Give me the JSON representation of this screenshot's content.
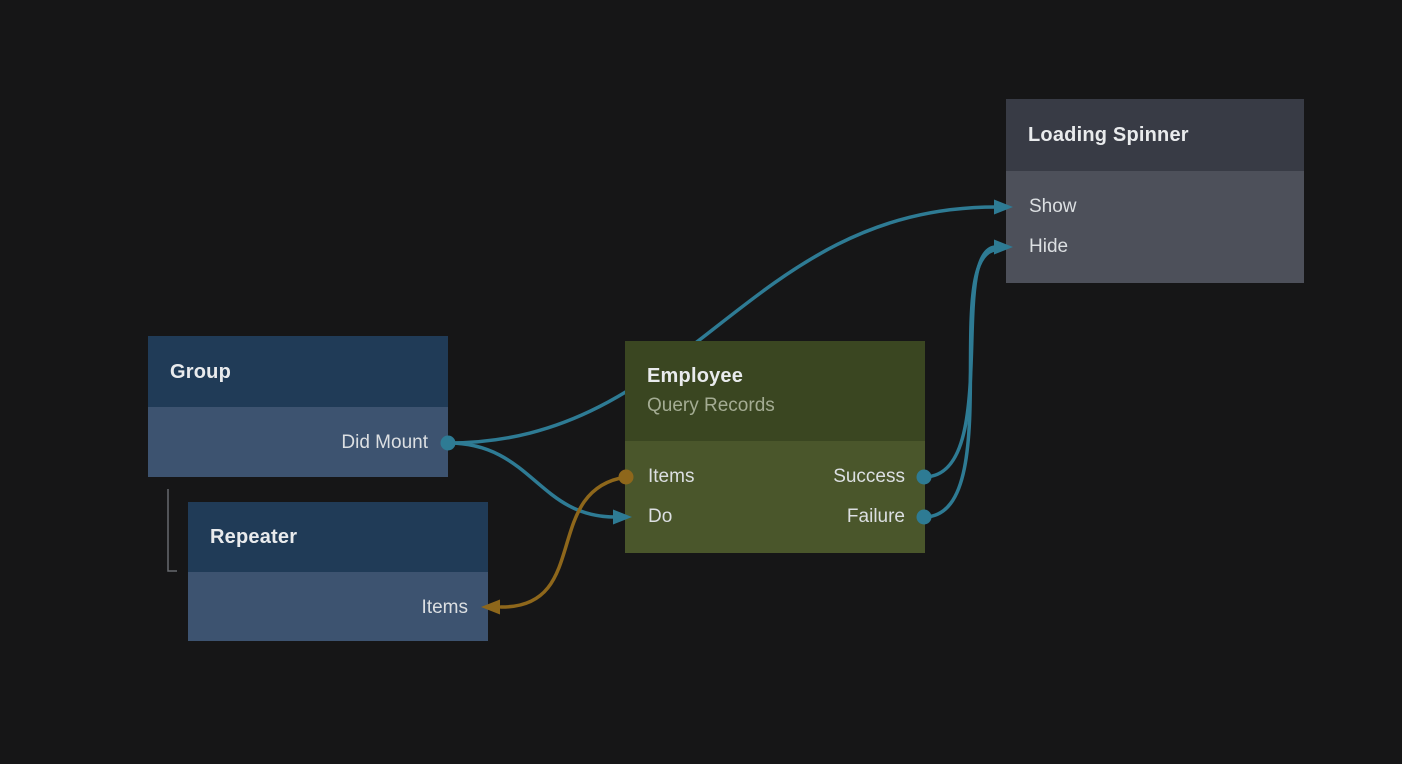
{
  "canvas": {
    "background": "#161617"
  },
  "palette": {
    "canvas_bg": "#161617",
    "teal": "#2e7b94",
    "amber": "#8e671b",
    "tree_line": "#66696e",
    "blue_header": "#203b57",
    "blue_body": "#3d5370",
    "green_header": "#3a4621",
    "green_body": "#4a562b",
    "gray_header": "#383b45",
    "gray_body": "#4d505a",
    "subtitle_text": "#a4ac93"
  },
  "nodes": {
    "group": {
      "title": "Group",
      "ports": {
        "did_mount": {
          "label": "Did Mount",
          "side": "right",
          "kind": "event-output-dot",
          "color": "teal"
        }
      }
    },
    "repeater": {
      "title": "Repeater",
      "ports": {
        "items": {
          "label": "Items",
          "side": "right",
          "kind": "data-input-arrow",
          "color": "amber"
        }
      }
    },
    "employee": {
      "title": "Employee",
      "subtitle": "Query Records",
      "ports": {
        "items": {
          "label": "Items",
          "side": "left",
          "kind": "data-output-dot",
          "color": "amber"
        },
        "do": {
          "label": "Do",
          "side": "left",
          "kind": "action-input-arrow",
          "color": "teal"
        },
        "success": {
          "label": "Success",
          "side": "right",
          "kind": "event-output-dot",
          "color": "teal"
        },
        "failure": {
          "label": "Failure",
          "side": "right",
          "kind": "event-output-dot",
          "color": "teal"
        }
      }
    },
    "loading_spinner": {
      "title": "Loading Spinner",
      "ports": {
        "show": {
          "label": "Show",
          "side": "left",
          "kind": "action-input-arrow",
          "color": "teal"
        },
        "hide": {
          "label": "Hide",
          "side": "left",
          "kind": "action-input-arrow",
          "color": "teal"
        }
      }
    }
  },
  "edges": [
    {
      "from": "group.did_mount",
      "to": "loading_spinner.show",
      "color": "teal"
    },
    {
      "from": "group.did_mount",
      "to": "employee.do",
      "color": "teal"
    },
    {
      "from": "employee.success",
      "to": "loading_spinner.hide",
      "color": "teal"
    },
    {
      "from": "employee.failure",
      "to": "loading_spinner.hide",
      "color": "teal"
    },
    {
      "from": "employee.items",
      "to": "repeater.items",
      "color": "amber"
    }
  ],
  "tree_links": [
    {
      "from": "group",
      "to": "repeater"
    }
  ]
}
